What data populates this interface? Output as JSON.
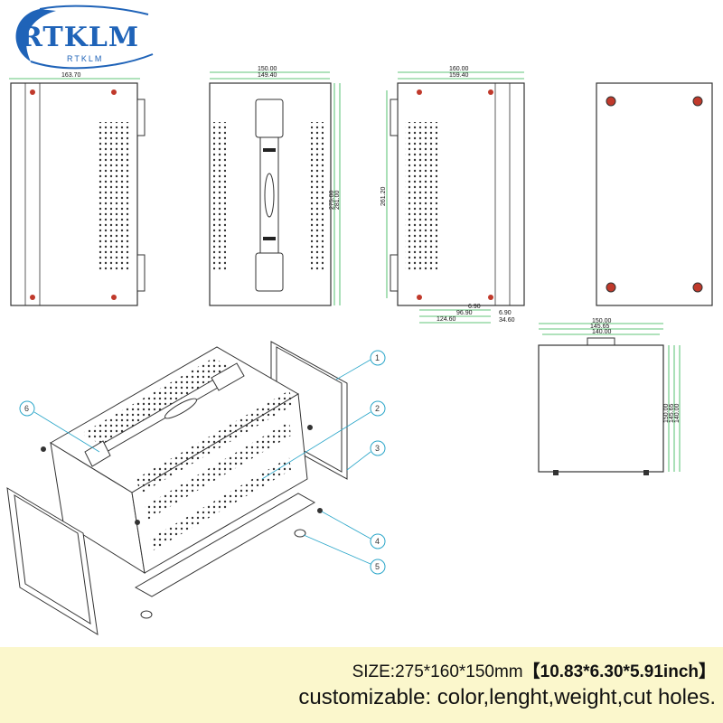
{
  "logo": {
    "text": "RTKLM",
    "subtext": "RTKLM",
    "color": "#1f63b8"
  },
  "views": {
    "side_left": {
      "width_label": "163.70"
    },
    "front": {
      "width_labels": [
        "150.00",
        "149.40"
      ],
      "height_labels": [
        "275.00",
        "281.00"
      ]
    },
    "side_right": {
      "width_labels": [
        "160.00",
        "159.40"
      ],
      "height_label": "261.20",
      "bottom_labels": [
        "6.90",
        "96.90",
        "124.60",
        "6.90",
        "34.60"
      ]
    },
    "top_view": {
      "width_labels": [
        "150.00",
        "145.65",
        "140.00"
      ],
      "height_labels": [
        "150.00",
        "145.65",
        "140.00"
      ]
    }
  },
  "callouts": [
    "1",
    "2",
    "3",
    "4",
    "5",
    "6"
  ],
  "colors": {
    "line": "#333333",
    "dimension": "#2bb24c",
    "screw": "#c0392b",
    "callout_circle": "#2aa6c9",
    "banner": "#fbf7cc"
  },
  "footer": {
    "size_prefix": "SIZE:275*160*150mm",
    "size_bold": "【10.83*6.30*5.91inch】",
    "custom": "customizable: color,lenght,weight,cut holes."
  }
}
